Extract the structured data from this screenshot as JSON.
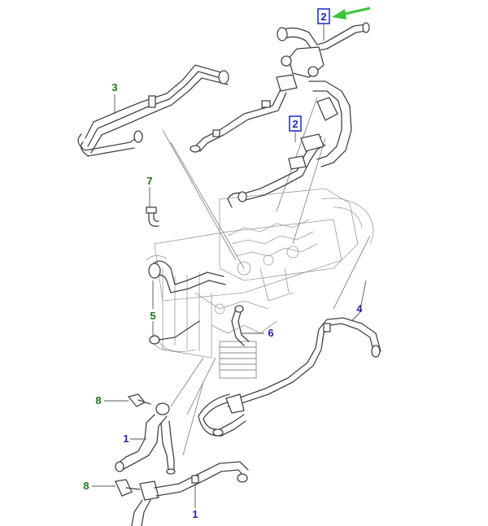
{
  "callouts": {
    "c2_top": "2",
    "c2_mid": "2",
    "c3": "3",
    "c7": "7",
    "c5": "5",
    "c4": "4",
    "c6": "6",
    "c8_upper": "8",
    "c1_upper": "1",
    "c8_lower": "8",
    "c1_lower": "1"
  },
  "colors": {
    "green_label": "#1a7a1a",
    "blue_label": "#2222aa",
    "highlight_box": "#2233cc",
    "arrow": "#3cc23c"
  }
}
